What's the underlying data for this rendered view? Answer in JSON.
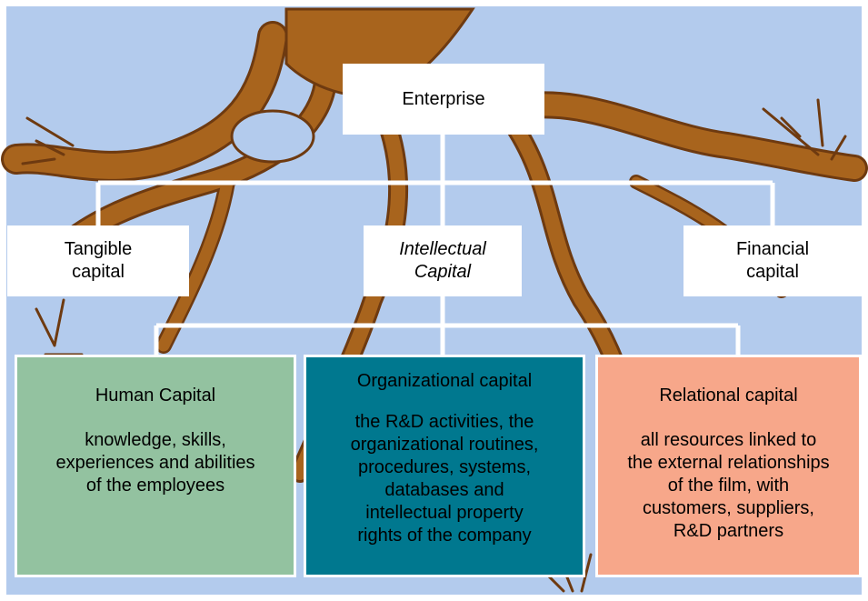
{
  "enterprise": {
    "label": "Enterprise"
  },
  "tangible": {
    "lines": [
      "Tangible",
      "capital"
    ]
  },
  "intellectual": {
    "lines": [
      "Intellectual",
      "Capital"
    ]
  },
  "financial": {
    "lines": [
      "Financial",
      "capital"
    ]
  },
  "human": {
    "title": "Human Capital",
    "lines": [
      "knowledge, skills,",
      "experiences and abilities",
      "of the employees"
    ],
    "color": "#93c2a0"
  },
  "organizational": {
    "title": "Organizational capital",
    "lines": [
      "the R&D activities, the",
      "organizational routines,",
      "procedures, systems,",
      "databases and",
      "intellectual property",
      "rights of the company"
    ],
    "color": "#00788f"
  },
  "relational": {
    "title": "Relational capital",
    "lines": [
      "all resources linked to",
      "the external relationships",
      "of the film, with",
      "customers, suppliers,",
      "R&D partners"
    ],
    "color": "#f7a78a"
  },
  "colors": {
    "sky": "#b3cbed",
    "root": "#a8641d",
    "root_dark": "#6e3a10",
    "connector": "#ffffff"
  }
}
